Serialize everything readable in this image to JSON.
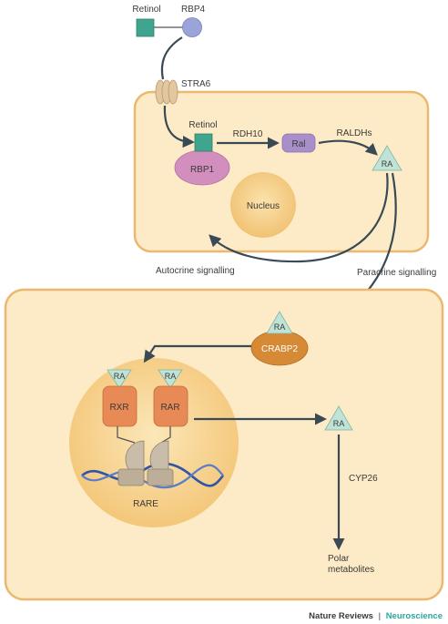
{
  "diagram": {
    "top_labels": {
      "retinol": "Retinol",
      "rbp4": "RBP4",
      "stra6": "STRA6"
    },
    "cell1": {
      "retinol": "Retinol",
      "rbp1": "RBP1",
      "rdh10": "RDH10",
      "ral": "Ral",
      "raldhs": "RALDHs",
      "ra": "RA",
      "nucleus": "Nucleus"
    },
    "signalling": {
      "autocrine": "Autocrine signalling",
      "paracrine": "Paracrine signalling"
    },
    "cell2": {
      "ra_on_crabp2": "RA",
      "crabp2": "CRABP2",
      "ra_rxr": "RA",
      "ra_rar": "RA",
      "rxr": "RXR",
      "rar": "RAR",
      "rare": "RARE",
      "ra_free": "RA",
      "cyp26": "CYP26",
      "polar_line1": "Polar",
      "polar_line2": "metabolites"
    },
    "credit": {
      "journal": "Nature Reviews",
      "separator": "|",
      "section": "Neuroscience"
    },
    "colors": {
      "cell_fill": "#fcebc6",
      "cell_border": "#ecb870",
      "nucleus_fill": "#f8d48c",
      "retinol_teal": "#3fa58e",
      "rbp4_blue": "#9aa4d8",
      "rbp1_pink": "#d28fbe",
      "ral_purple": "#a98fc9",
      "ra_triangle": "#bfe3d7",
      "crabp2_orange": "#d68a35",
      "receptor_orange": "#e88a55",
      "arrow": "#3a4a55",
      "credit_accent": "#2aa6a0"
    }
  }
}
